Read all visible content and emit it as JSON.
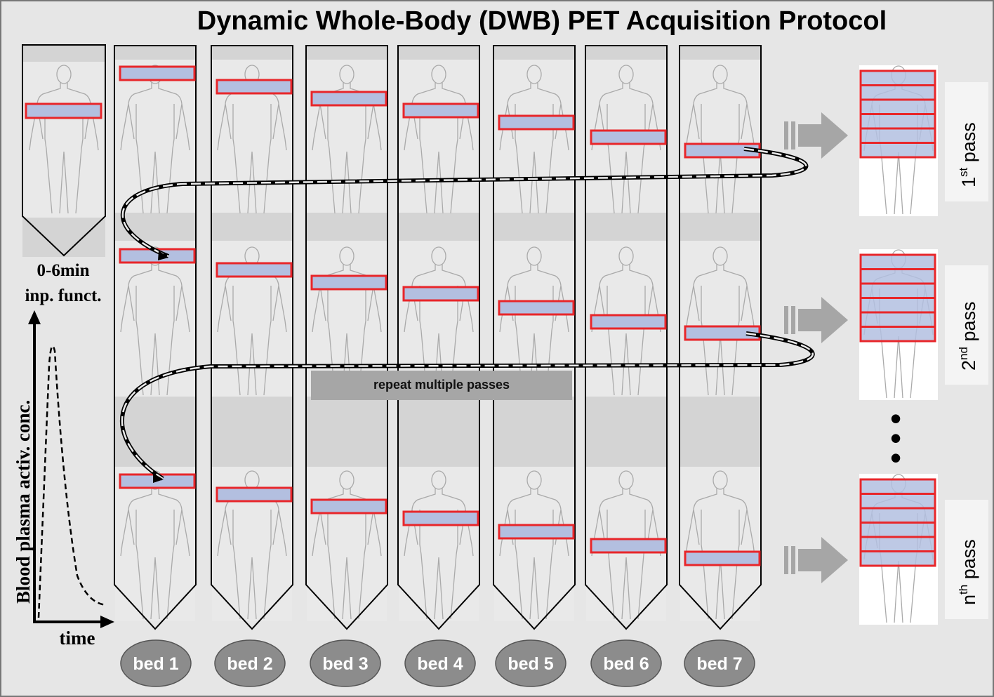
{
  "title": "Dynamic Whole-Body (DWB) PET Acquisition Protocol",
  "input_function": {
    "line1": "0-6min",
    "line2": "inp. funct.",
    "y_axis_label": "Blood plasma activ. conc.",
    "x_axis_label": "time"
  },
  "beds": [
    {
      "label": "bed 1"
    },
    {
      "label": "bed 2"
    },
    {
      "label": "bed 3"
    },
    {
      "label": "bed 4"
    },
    {
      "label": "bed 5"
    },
    {
      "label": "bed 6"
    },
    {
      "label": "bed 7"
    }
  ],
  "repeat_banner": "repeat multiple  passes",
  "passes": [
    {
      "prefix": "1",
      "sup": "st",
      "suffix": " pass"
    },
    {
      "prefix": "2",
      "sup": "nd",
      "suffix": " pass"
    },
    {
      "prefix": "n",
      "sup": "th",
      "suffix": " pass"
    }
  ],
  "ellipsis": "•\n•\n•",
  "colors": {
    "background": "#e6e6e6",
    "panel_fill": "#dcdcdc",
    "bed_box_border": "#e8262a",
    "bed_box_fill": "#b3bfe0",
    "bed_oval": "#8c8c8c",
    "arrow": "#a6a6a6",
    "banner": "#a6a6a6"
  }
}
